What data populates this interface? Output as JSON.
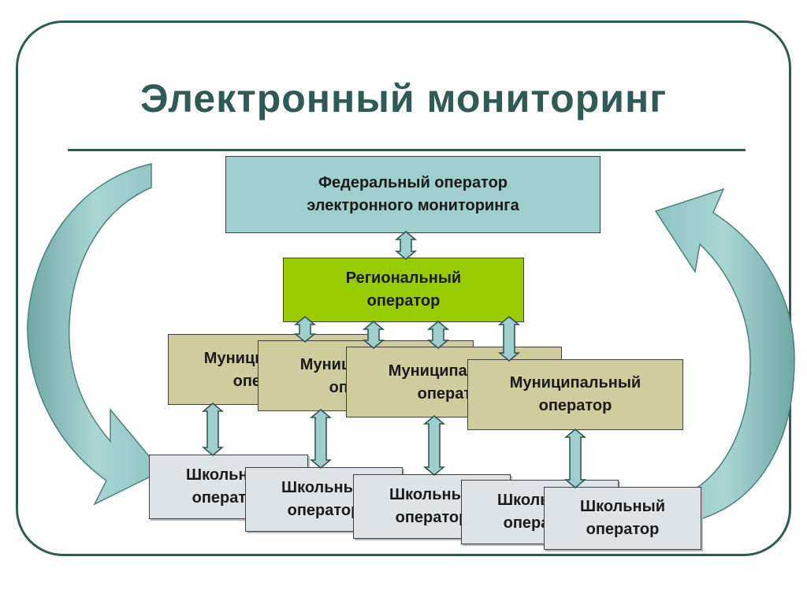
{
  "title": "Электронный мониторинг",
  "federal_operator": {
    "label": "Федеральный оператор\nэлектронного мониторинга"
  },
  "regional_operator": {
    "label": "Региональный\nоператор"
  },
  "municipal_operators": [
    {
      "label": "Муниципальный\nоператор"
    },
    {
      "label": "Муниципальный\nоператор"
    },
    {
      "label": "Муниципальный\nоператор"
    },
    {
      "label": "Муниципальный\nоператор"
    }
  ],
  "school_operators": [
    {
      "label": "Школьный\nоператор"
    },
    {
      "label": "Школьный\nоператор"
    },
    {
      "label": "Школьный\nоператор"
    },
    {
      "label": "Школьный\nоператор"
    },
    {
      "label": "Школьный\nоператор"
    }
  ],
  "colors": {
    "frame": "#2f5a56",
    "federal_fill": "#9ecfcc",
    "regional_fill": "#99cc00",
    "municipal_fill": "#cfcc9e",
    "school_fill": "#dde3e6",
    "arrow_fill": "#9ecfcc",
    "curved_arrow_fill": "#8ec5c2"
  }
}
